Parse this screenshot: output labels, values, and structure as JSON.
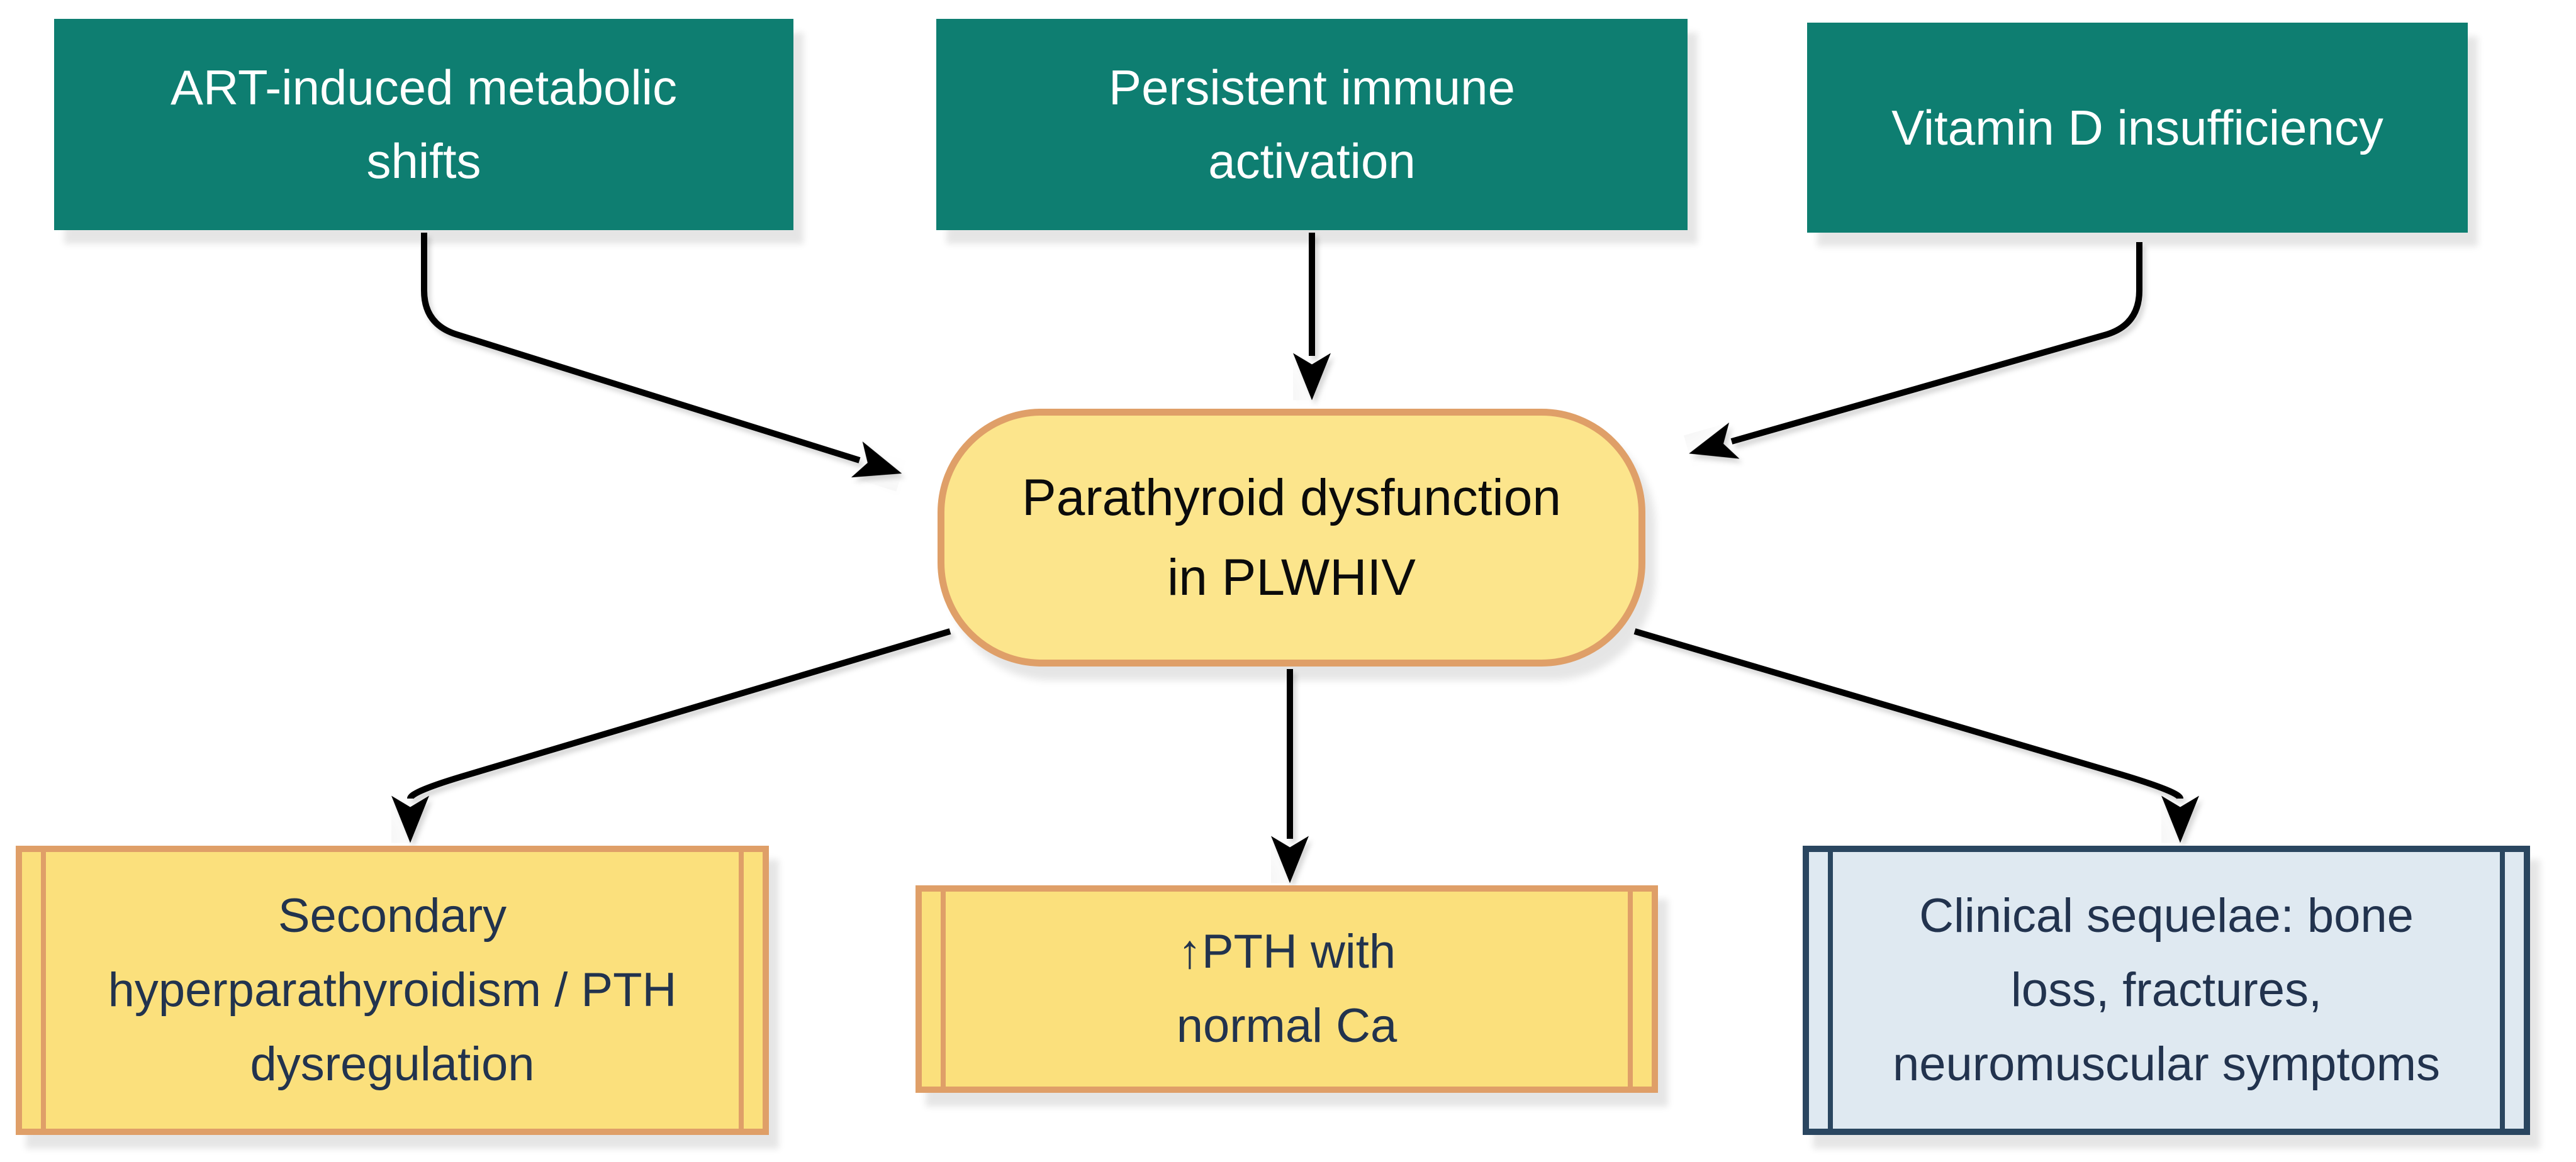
{
  "diagram": {
    "type": "flowchart",
    "top_row": [
      {
        "id": "art",
        "label": "ART-induced metabolic\nshifts"
      },
      {
        "id": "immune",
        "label": "Persistent immune\nactivation"
      },
      {
        "id": "vitd",
        "label": "Vitamin D insufficiency"
      }
    ],
    "center": {
      "id": "parathyroid",
      "label": "Parathyroid dysfunction\nin PLWHIV"
    },
    "bottom_row": [
      {
        "id": "shpt",
        "label": "Secondary\nhyperparathyroidism / PTH\ndysregulation"
      },
      {
        "id": "pth",
        "label": "↑PTH with\nnormal Ca"
      },
      {
        "id": "seq",
        "label": "Clinical sequelae: bone\nloss, fractures,\nneuromuscular symptoms"
      }
    ],
    "edges": [
      {
        "from": "art",
        "to": "parathyroid"
      },
      {
        "from": "immune",
        "to": "parathyroid"
      },
      {
        "from": "vitd",
        "to": "parathyroid"
      },
      {
        "from": "parathyroid",
        "to": "shpt"
      },
      {
        "from": "parathyroid",
        "to": "pth"
      },
      {
        "from": "parathyroid",
        "to": "seq"
      }
    ],
    "colors": {
      "teal_box_fill": "#0E7E71",
      "teal_box_text": "#FFFFFF",
      "yellow_fill": "#FBE07C",
      "pill_fill": "#FCE58C",
      "orange_border": "#DF9F68",
      "blue_box_fill": "#DFE9F1",
      "navy_border": "#2A4660",
      "dark_text": "#22334E",
      "pill_text": "#0B0B0B",
      "arrow_color": "#000000",
      "background": "#FFFFFF"
    }
  }
}
